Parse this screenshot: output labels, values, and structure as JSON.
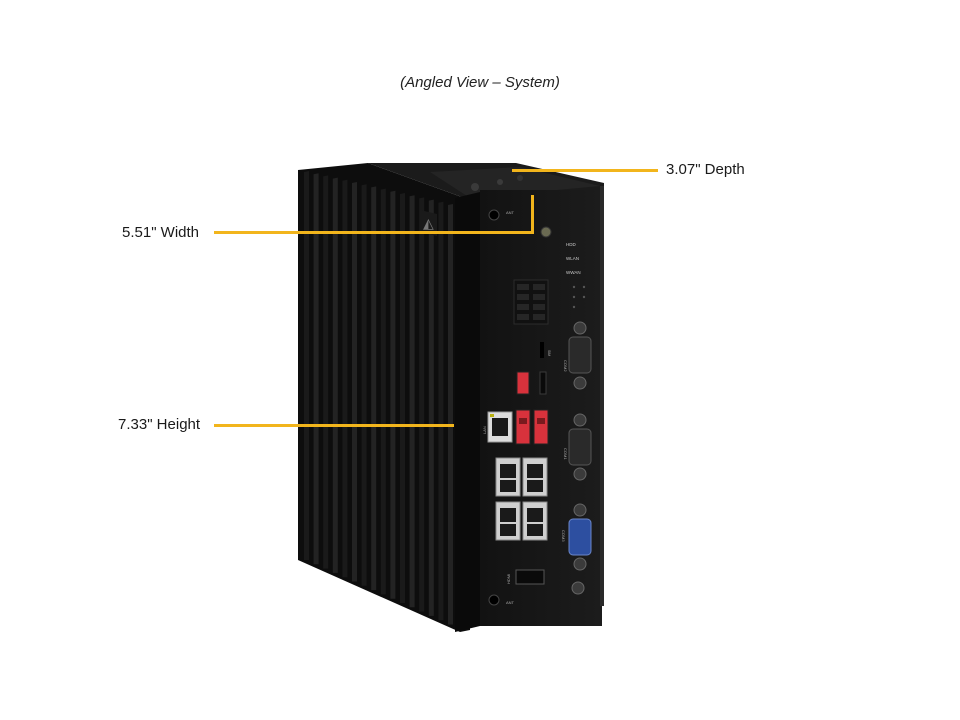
{
  "caption": "(Angled View – System)",
  "dimensions": {
    "depth": "3.07\" Depth",
    "width": "5.51\" Width",
    "height": "7.33\" Height"
  },
  "panel_labels": {
    "hdd": "HDD",
    "wlan": "WLAN",
    "wwan": "WWAN",
    "lan": "LAN",
    "hdmi": "HDMI",
    "com1": "COM1",
    "com2": "COM2",
    "com3": "COM3",
    "ant_top": "ANT",
    "ant_bottom": "ANT",
    "sim": "SIM"
  },
  "colors": {
    "leader_line": "#f2b51c",
    "chassis": "#141414",
    "usb_red": "#d8323c",
    "com3_blue": "#2d4fa0"
  }
}
